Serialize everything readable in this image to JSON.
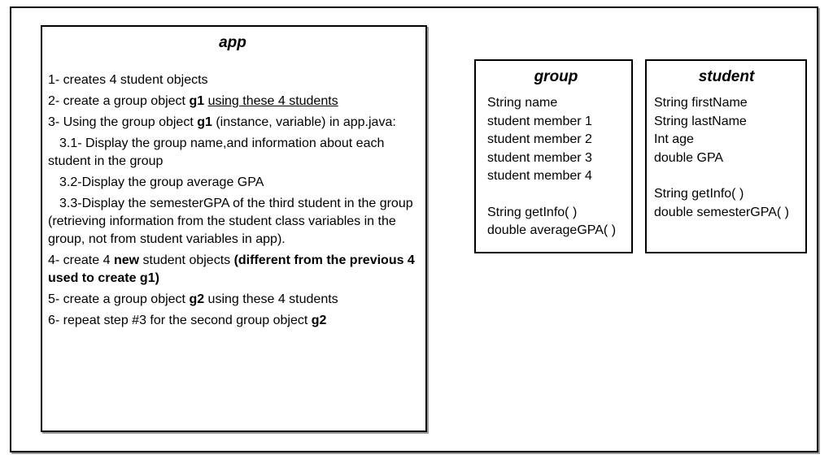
{
  "app": {
    "title": "app",
    "steps": [
      {
        "indent": false,
        "segments": [
          {
            "t": "1- creates 4 student objects"
          }
        ]
      },
      {
        "indent": false,
        "segments": [
          {
            "t": "2- create a group object "
          },
          {
            "t": "g1",
            "b": true
          },
          {
            "t": " "
          },
          {
            "t": "using these 4 students",
            "u": true
          }
        ]
      },
      {
        "indent": false,
        "segments": [
          {
            "t": "3- Using the group object "
          },
          {
            "t": "g1",
            "b": true
          },
          {
            "t": " (instance, variable) in app.java:"
          }
        ]
      },
      {
        "indent": true,
        "segments": [
          {
            "t": "3.1- Display the group name,and information about each student in the group"
          }
        ]
      },
      {
        "indent": true,
        "segments": [
          {
            "t": "3.2-Display the group average GPA"
          }
        ]
      },
      {
        "indent": true,
        "segments": [
          {
            "t": "3.3-Display the semesterGPA of the third student in the group (retrieving information from the student class variables in the group, not from student variables in app)."
          }
        ]
      },
      {
        "indent": false,
        "segments": [
          {
            "t": "4- create 4 "
          },
          {
            "t": "new",
            "b": true
          },
          {
            "t": " student objects "
          },
          {
            "t": "(different from the previous 4 used to create g1)",
            "b": true
          }
        ]
      },
      {
        "indent": false,
        "segments": [
          {
            "t": "5- create a group object "
          },
          {
            "t": "g2",
            "b": true
          },
          {
            "t": " using these 4 students"
          }
        ]
      },
      {
        "indent": false,
        "segments": [
          {
            "t": "6- repeat step #3 for the second group object "
          },
          {
            "t": "g2",
            "b": true
          }
        ]
      }
    ]
  },
  "group": {
    "title": "group",
    "attributes": [
      "String name",
      "student member 1",
      "student member 2",
      "student member 3",
      "student member 4"
    ],
    "methods": [
      "String getInfo( )",
      "double averageGPA( )"
    ]
  },
  "student": {
    "title": "student",
    "attributes": [
      "String firstName",
      "String lastName",
      "Int age",
      "double GPA"
    ],
    "methods": [
      "String getInfo( )",
      "double semesterGPA( )"
    ]
  }
}
